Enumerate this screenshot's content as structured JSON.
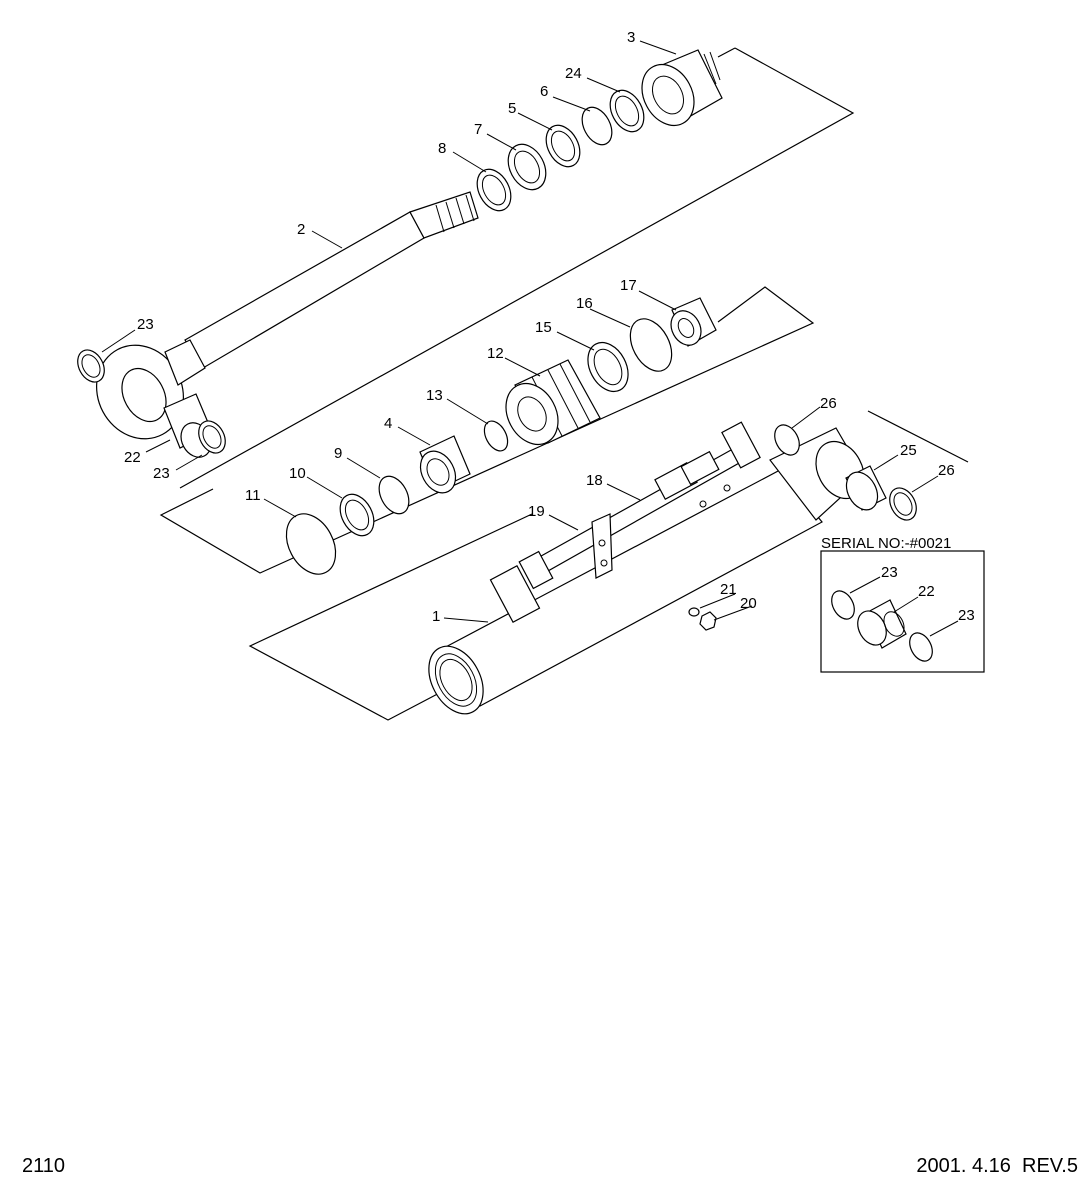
{
  "labels": {
    "p1": "1",
    "p2": "2",
    "p3": "3",
    "p4": "4",
    "p5": "5",
    "p6": "6",
    "p7": "7",
    "p8": "8",
    "p9": "9",
    "p10": "10",
    "p11": "11",
    "p12": "12",
    "p13": "13",
    "p15": "15",
    "p16": "16",
    "p17": "17",
    "p18": "18",
    "p19": "19",
    "p20": "20",
    "p21": "21",
    "p22": "22",
    "p23a": "23",
    "p23b": "23",
    "p24": "24",
    "p25": "25",
    "p26a": "26",
    "p26b": "26",
    "inset_22": "22",
    "inset_23a": "23",
    "inset_23b": "23"
  },
  "inset": {
    "title": "SERIAL NO:-#0021"
  },
  "footer": {
    "page_number": "2110",
    "date_rev": "2001. 4.16  REV.5"
  }
}
